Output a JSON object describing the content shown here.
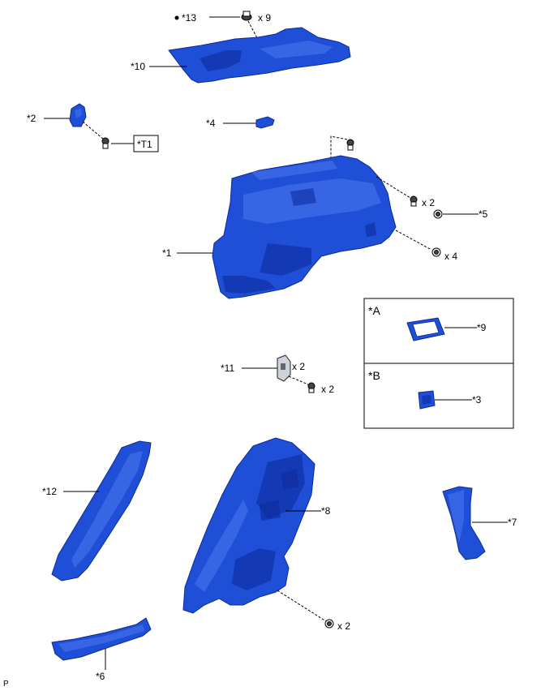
{
  "parts": {
    "p1": "*1",
    "p2": "*2",
    "p3": "*3",
    "p4": "*4",
    "p5": "*5",
    "p6": "*6",
    "p7": "*7",
    "p8": "*8",
    "p9": "*9",
    "p10": "*10",
    "p11": "*11",
    "p12": "*12",
    "p13": "*13",
    "t1": "*T1"
  },
  "quantities": {
    "q13": "x 9",
    "q_bolt_upper": "x 2",
    "q_clip_lower": "x 4",
    "q11_clip": "x 2",
    "q11_bolt": "x 2",
    "q8_bolt": "x 2"
  },
  "legend": {
    "a": "*A",
    "b": "*B"
  },
  "footer": "P",
  "colors": {
    "part_fill": "#1f4fd6",
    "part_outline": "#0a2a9a"
  }
}
